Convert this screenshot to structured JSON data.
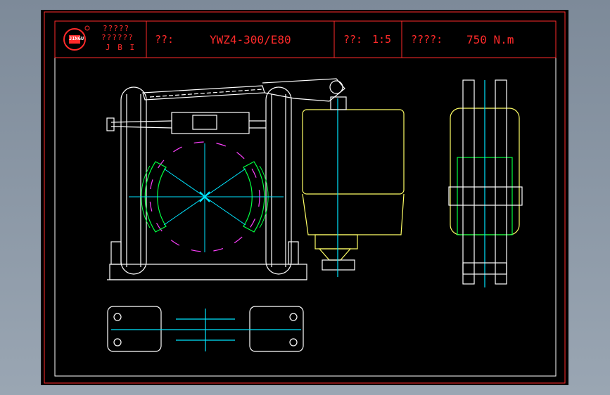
{
  "title_block": {
    "company_line1": "?????",
    "company_line2": "??????",
    "company_line3": "J B I",
    "model_label": "??:",
    "model_value": "YWZ4-300/E80",
    "scale_label": "??:",
    "scale_value": "1:5",
    "torque_label": "????:",
    "torque_value": "750 N.m",
    "logo_text": "JINGU"
  },
  "colors": {
    "background": "#000000",
    "frame": "#ff2a2a",
    "outline": "#ffffff",
    "shoe": "#00ff40",
    "center": "#00e5ff",
    "motor": "#ffff66",
    "arc": "#ff40ff"
  }
}
